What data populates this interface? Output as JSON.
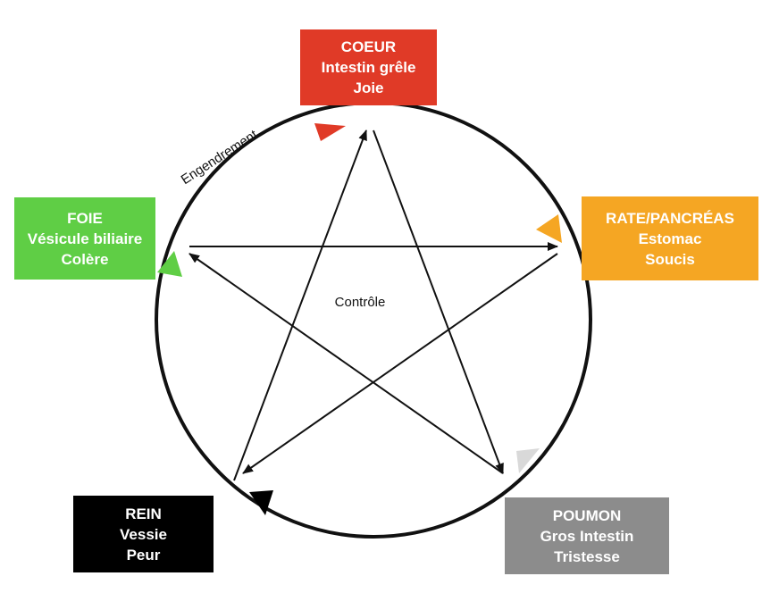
{
  "colors": {
    "coeur": "#e03a27",
    "rate": "#f5a623",
    "foie": "#5fce45",
    "rein": "#000000",
    "poumon": "#8c8c8c",
    "line": "#111111",
    "arrow_poumon": "#d9d9d9"
  },
  "elements": {
    "coeur": {
      "line1": "COEUR",
      "line2": "Intestin grêle",
      "line3": "Joie"
    },
    "rate": {
      "line1": "RATE/PANCRÉAS",
      "line2": "Estomac",
      "line3": "Soucis"
    },
    "foie": {
      "line1": "FOIE",
      "line2": "Vésicule biliaire",
      "line3": "Colère"
    },
    "rein": {
      "line1": "REIN",
      "line2": "Vessie",
      "line3": "Peur"
    },
    "poumon": {
      "line1": "POUMON",
      "line2": "Gros Intestin",
      "line3": "Tristesse"
    }
  },
  "labels": {
    "engendrement": "Engendrement",
    "controle": "Contrôle"
  }
}
